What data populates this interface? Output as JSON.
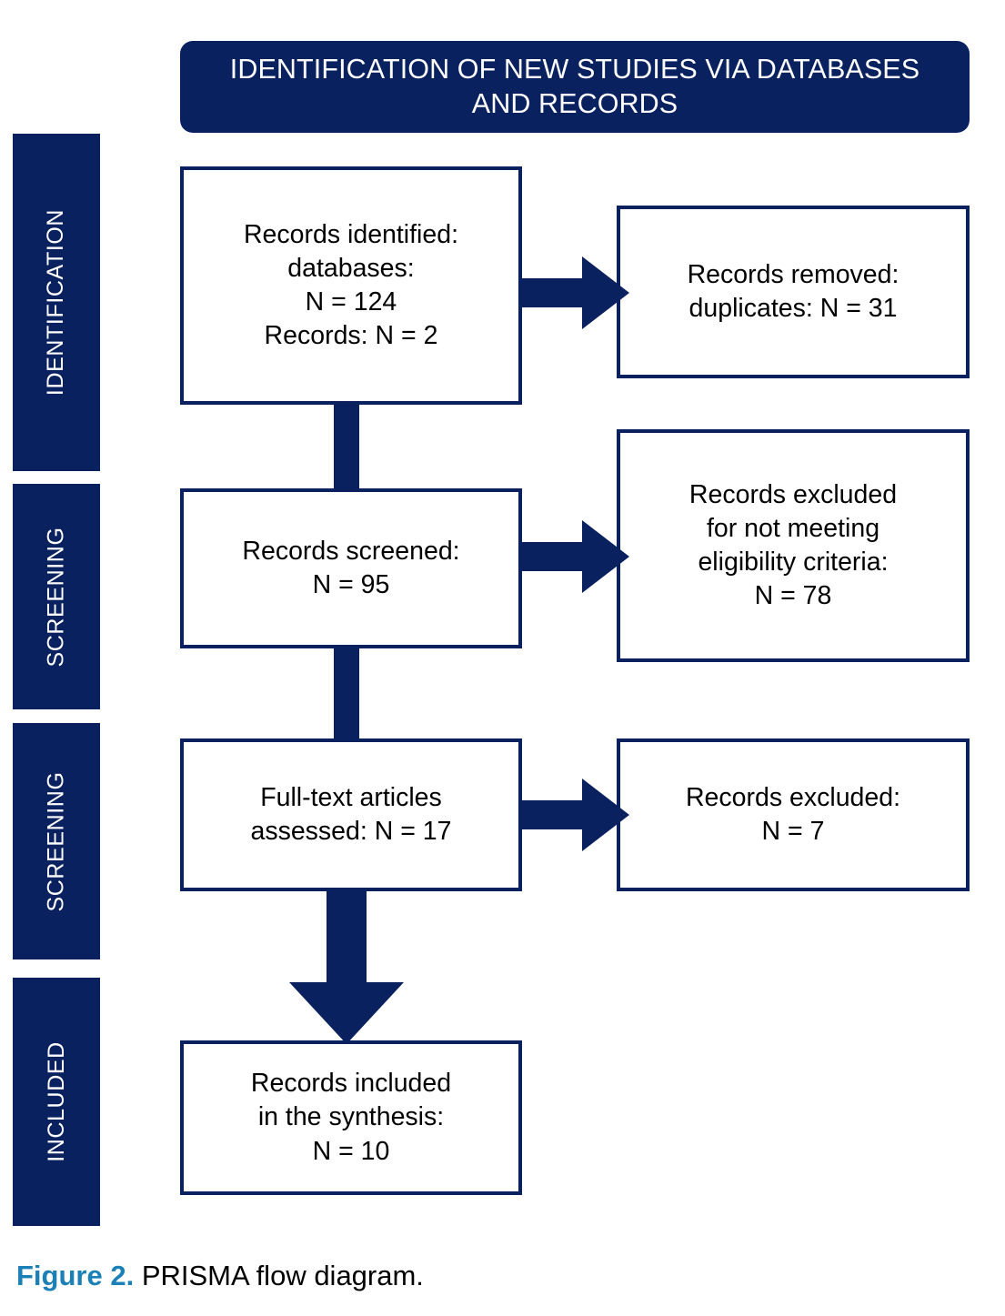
{
  "figure": {
    "header": {
      "title": "IDENTIFICATION OF NEW STUDIES VIA DATABASES\nAND RECORDS"
    },
    "stages": [
      {
        "id": "identification",
        "label": "IDENTIFICATION"
      },
      {
        "id": "screening-1",
        "label": "SCREENING"
      },
      {
        "id": "screening-2",
        "label": "SCREENING"
      },
      {
        "id": "included",
        "label": "INCLUDED"
      }
    ],
    "boxes": {
      "identified": "Records identified:\ndatabases:\nN = 124\nRecords: N = 2",
      "duplicates": "Records removed:\nduplicates: N = 31",
      "screened": "Records screened:\nN = 95",
      "excluded_eligibility": "Records excluded\nfor not meeting\neligibility criteria:\nN = 78",
      "fulltext": "Full-text articles\nassessed: N = 17",
      "excluded": "Records excluded:\nN = 7",
      "included": "Records included\nin the synthesis:\nN = 10"
    },
    "caption": {
      "label": "Figure 2.",
      "text": " PRISMA flow diagram."
    },
    "colors": {
      "navy": "#0a2160",
      "accent": "#1b80b5",
      "background": "#ffffff",
      "text": "#000000"
    }
  },
  "chart_data": {
    "type": "diagram",
    "title": "IDENTIFICATION OF NEW STUDIES VIA DATABASES AND RECORDS",
    "nodes": [
      {
        "id": "identified",
        "stage": "IDENTIFICATION",
        "label": "Records identified: databases: N = 124 Records: N = 2",
        "n": 124,
        "n_records": 2
      },
      {
        "id": "duplicates",
        "stage": "IDENTIFICATION",
        "label": "Records removed: duplicates: N = 31",
        "n": 31
      },
      {
        "id": "screened",
        "stage": "SCREENING",
        "label": "Records screened: N = 95",
        "n": 95
      },
      {
        "id": "excluded_eligibility",
        "stage": "SCREENING",
        "label": "Records excluded for not meeting eligibility criteria: N = 78",
        "n": 78
      },
      {
        "id": "fulltext",
        "stage": "SCREENING",
        "label": "Full-text articles assessed: N = 17",
        "n": 17
      },
      {
        "id": "excluded",
        "stage": "SCREENING",
        "label": "Records excluded: N = 7",
        "n": 7
      },
      {
        "id": "included",
        "stage": "INCLUDED",
        "label": "Records included in the synthesis: N = 10",
        "n": 10
      }
    ],
    "edges": [
      {
        "from": "identified",
        "to": "duplicates",
        "direction": "right"
      },
      {
        "from": "identified",
        "to": "screened",
        "direction": "down"
      },
      {
        "from": "screened",
        "to": "excluded_eligibility",
        "direction": "right"
      },
      {
        "from": "screened",
        "to": "fulltext",
        "direction": "down"
      },
      {
        "from": "fulltext",
        "to": "excluded",
        "direction": "right"
      },
      {
        "from": "fulltext",
        "to": "included",
        "direction": "down"
      }
    ]
  }
}
